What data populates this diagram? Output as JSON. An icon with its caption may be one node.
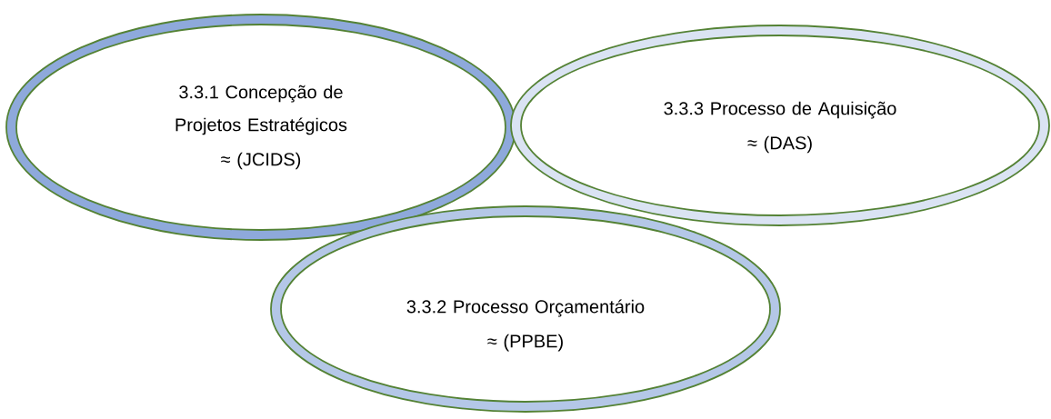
{
  "diagram": {
    "nodes": [
      {
        "text": [
          "3.3.1 Concepção de Projetos Estratégicos",
          "≈ (JCIDS)"
        ]
      },
      {
        "text": [
          "3.3.3 Processo de Aquisição",
          "≈ (DAS)"
        ]
      },
      {
        "text": [
          "3.3.2 Processo Orçamentário",
          "≈ (PPBE)"
        ]
      }
    ]
  }
}
